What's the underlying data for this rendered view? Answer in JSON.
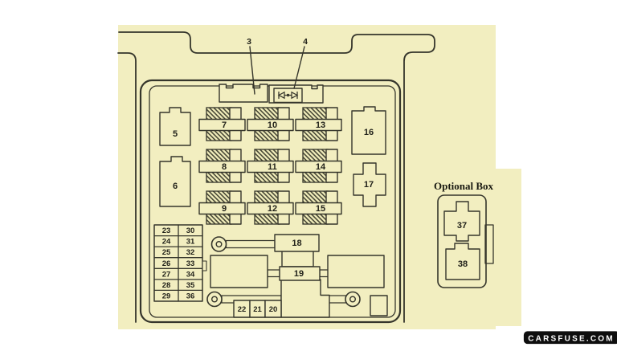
{
  "colors": {
    "page_background": "#ffffff",
    "scan_background": "#f2eec0",
    "line": "#35352b",
    "watermark_background": "#0e0e0e",
    "watermark_text": "#ffffff"
  },
  "diagram": {
    "callouts": [
      {
        "label": "3"
      },
      {
        "label": "4"
      }
    ],
    "relays": [
      {
        "label": "5"
      },
      {
        "label": "6"
      },
      {
        "label": "16"
      },
      {
        "label": "17"
      }
    ],
    "fuse_grid": {
      "labels": [
        "7",
        "10",
        "13",
        "8",
        "11",
        "14",
        "9",
        "12",
        "15"
      ]
    },
    "mini_fuse_table": {
      "rows": [
        [
          "23",
          "30"
        ],
        [
          "24",
          "31"
        ],
        [
          "25",
          "32"
        ],
        [
          "26",
          "33"
        ],
        [
          "27",
          "34"
        ],
        [
          "28",
          "35"
        ],
        [
          "29",
          "36"
        ]
      ]
    },
    "center_components": [
      {
        "label": "18"
      },
      {
        "label": "19"
      }
    ],
    "bottom_fuses": [
      {
        "label": "22"
      },
      {
        "label": "21"
      },
      {
        "label": "20"
      }
    ],
    "optional_box": {
      "title": "Optional Box",
      "relays": [
        {
          "label": "37"
        },
        {
          "label": "38"
        }
      ]
    }
  },
  "watermark": {
    "text": "CARSFUSE.COM"
  }
}
